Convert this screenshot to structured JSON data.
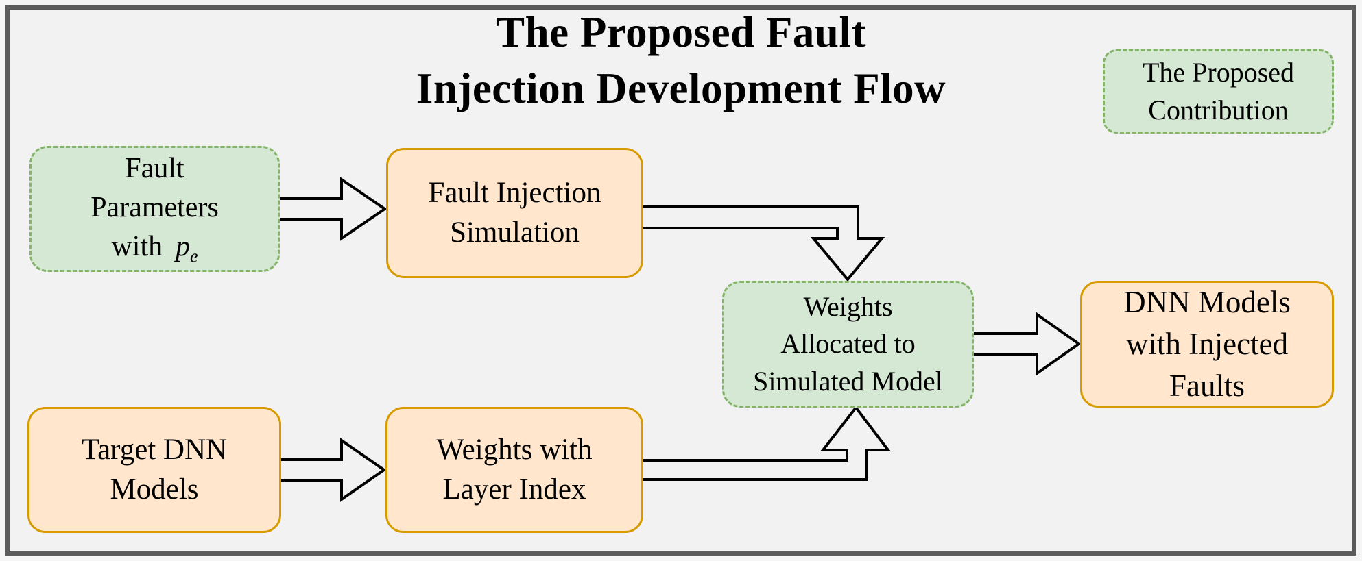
{
  "title": {
    "line1": "The Proposed Fault",
    "line2": "Injection Development Flow"
  },
  "legend": {
    "lines": [
      "The Proposed",
      "Contribution"
    ]
  },
  "nodes": {
    "fault_parameters": {
      "lines": [
        "Fault",
        "Parameters"
      ],
      "formula": {
        "prefix": "with",
        "symbol": "p",
        "subscript": "e"
      }
    },
    "fault_injection_simulation": {
      "lines": [
        "Fault Injection",
        "Simulation"
      ]
    },
    "weights_allocated": {
      "lines": [
        "Weights",
        "Allocated to",
        "Simulated Model"
      ]
    },
    "dnn_models_injected": {
      "lines": [
        "DNN Models",
        "with Injected",
        "Faults"
      ]
    },
    "target_dnn_models": {
      "lines": [
        "Target DNN",
        "Models"
      ]
    },
    "weights_layer_index": {
      "lines": [
        "Weights with",
        "Layer Index"
      ]
    }
  },
  "colors": {
    "canvas_bg": "#f2f2f2",
    "frame_border": "#5b5b5b",
    "green_fill": "#d5e8d4",
    "green_stroke": "#82b366",
    "orange_fill": "#ffe6cc",
    "orange_stroke": "#d79b00",
    "arrow_stroke": "#000000",
    "text_color": "#000000"
  }
}
